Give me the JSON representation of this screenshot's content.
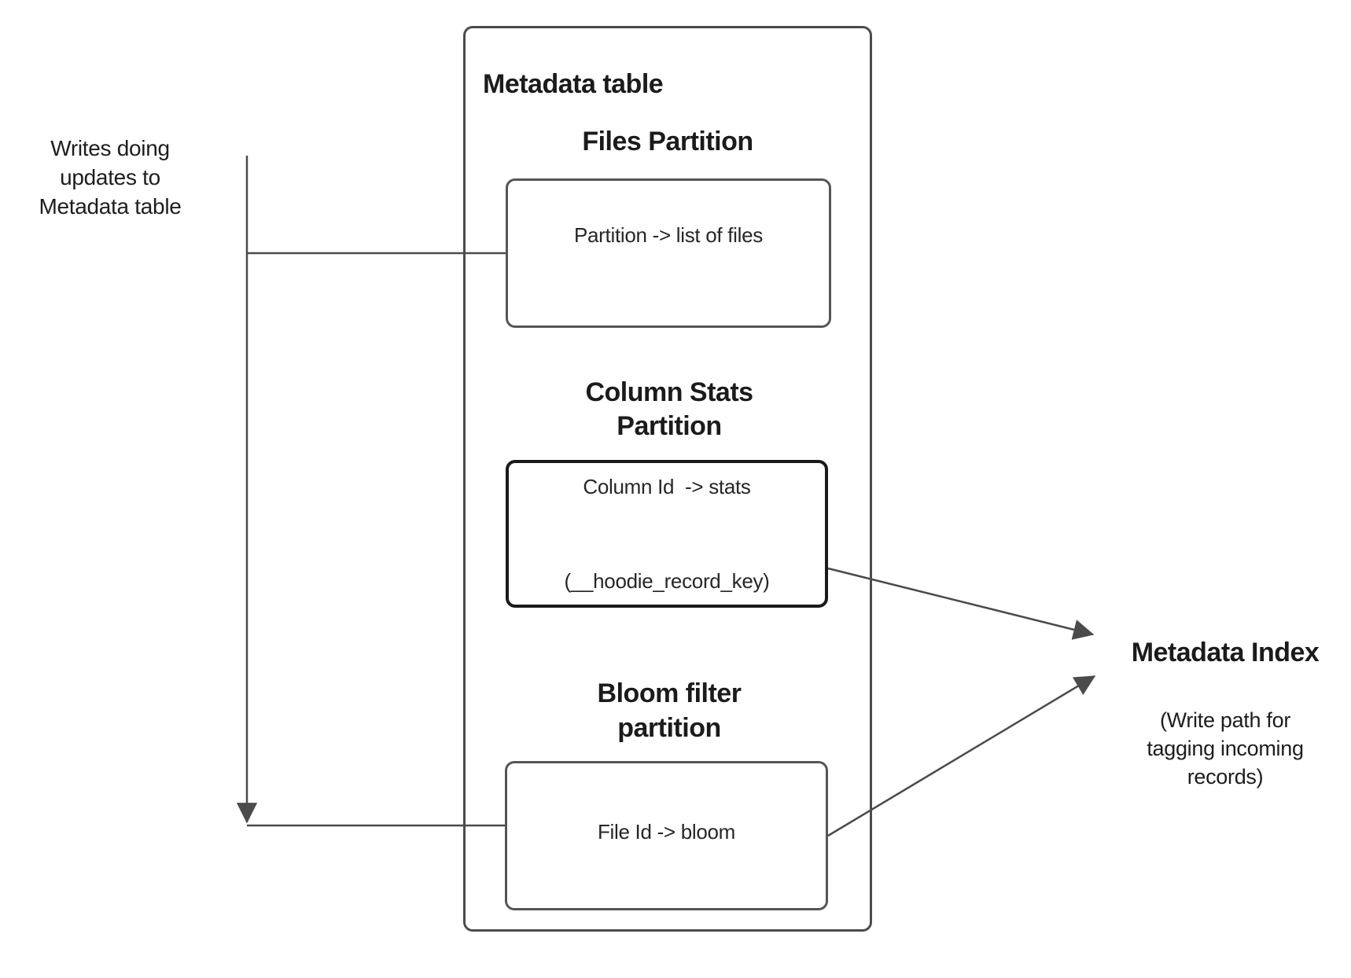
{
  "left_note": {
    "lines": [
      "Writes doing",
      "updates to",
      "Metadata table"
    ]
  },
  "metadata_table": {
    "title": "Metadata table",
    "files_partition": {
      "heading": "Files Partition",
      "box_label": "Partition -> list of files"
    },
    "column_stats_partition": {
      "heading_line1": "Column Stats",
      "heading_line2": "Partition",
      "box_label_line1": "Column Id  -> stats",
      "box_label_line2": "(__hoodie_record_key)"
    },
    "bloom_filter_partition": {
      "heading_line1": "Bloom filter",
      "heading_line2": "partition",
      "box_label": "File Id -> bloom"
    }
  },
  "metadata_index": {
    "title": "Metadata Index",
    "note_lines": [
      "(Write path for",
      "tagging incoming",
      "records)"
    ]
  },
  "colors": {
    "connector": "#4b4b4b",
    "outer_border": "#4b4b4b",
    "inner_border": "#555555",
    "emphasis_border": "#1a1a1a",
    "text": "#1d1d1d",
    "background": "#ffffff"
  }
}
